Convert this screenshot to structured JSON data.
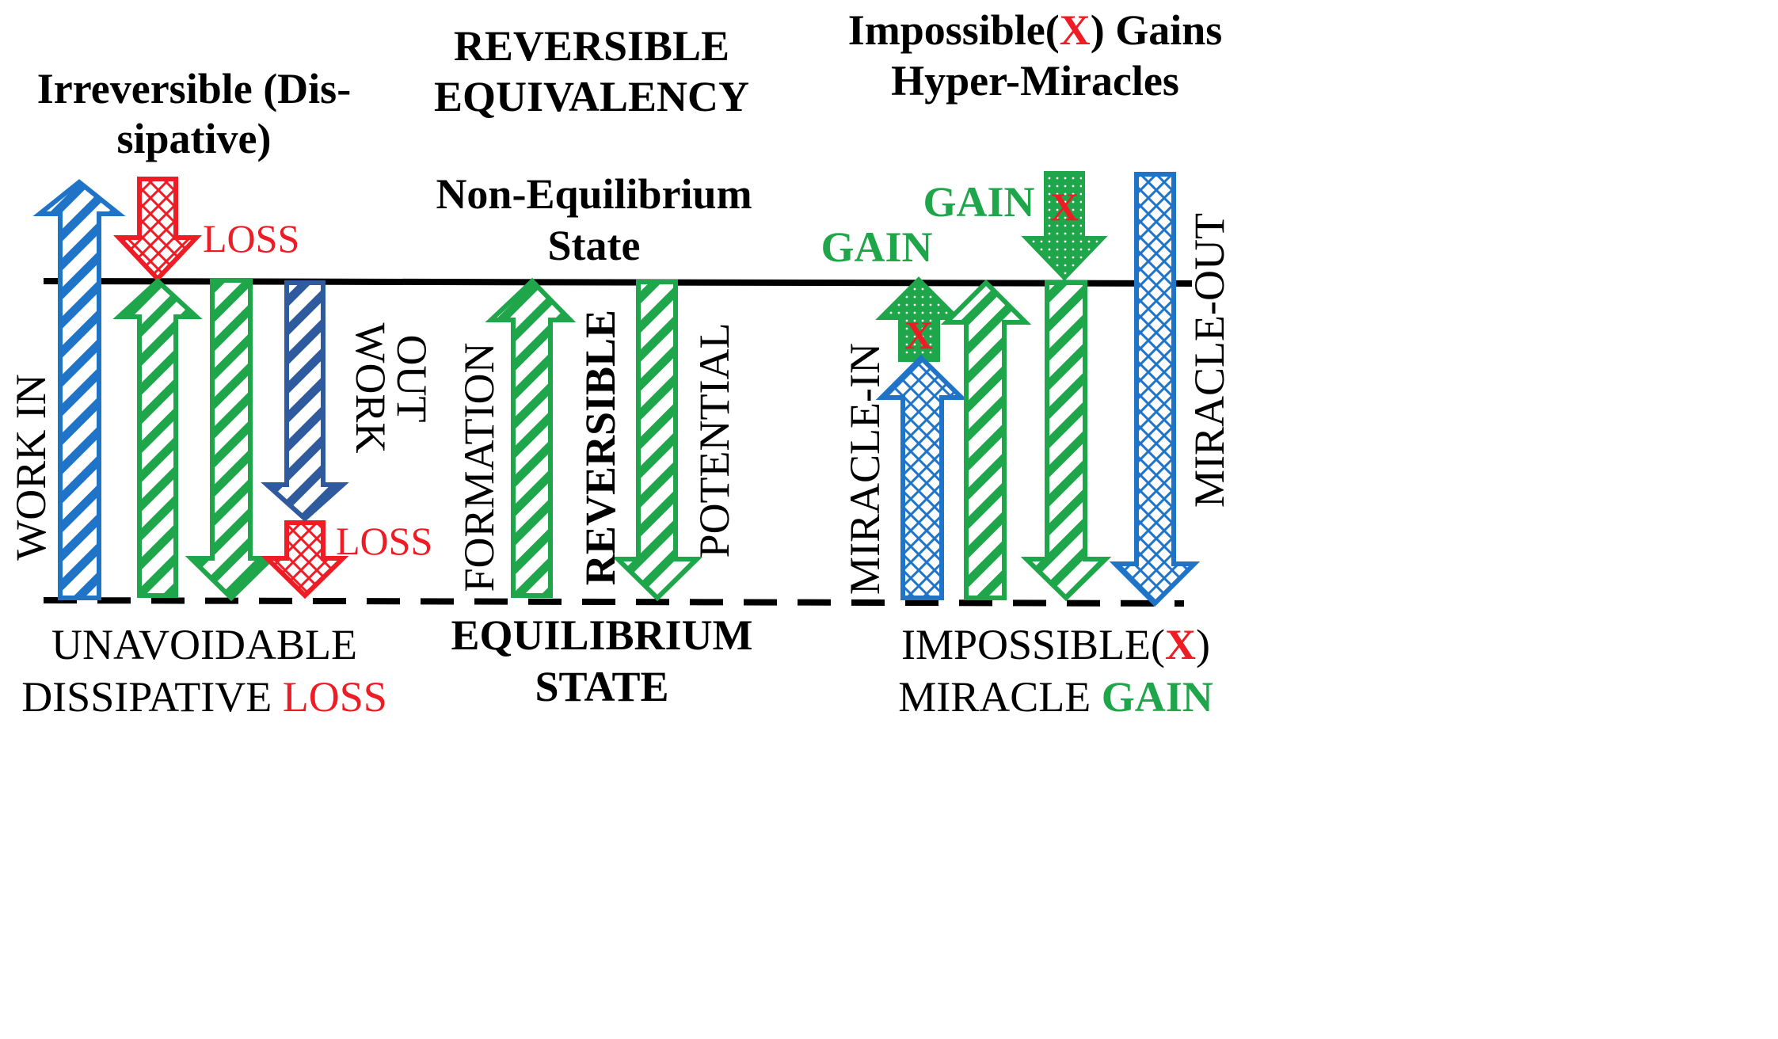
{
  "colors": {
    "blue": "#1f74c8",
    "dark_blue": "#2f5a9e",
    "green": "#1fa64a",
    "red": "#ee1c24",
    "black": "#000000"
  },
  "headings": {
    "irreversible_line1": "Irreversible (Dis-",
    "irreversible_line2": "sipative)",
    "reversible_line1": "REVERSIBLE",
    "reversible_line2": "EQUIVALENCY",
    "impossible_pre": "Impossible(",
    "impossible_x": "X",
    "impossible_post": ") Gains",
    "hyper": "Hyper-Miracles"
  },
  "states": {
    "nonequilibrium_line1": "Non-Equilibrium",
    "nonequilibrium_line2": "State",
    "equilibrium_line1": "EQUILIBRIUM",
    "equilibrium_line2": "STATE"
  },
  "arrow_labels": {
    "work_in": "WORK IN",
    "work_out_line1": "WORK",
    "work_out_line2": "OUT",
    "loss_top": "LOSS",
    "loss_bottom": "LOSS",
    "formation": "FORMATION",
    "reversible": "REVERSIBLE",
    "potential": "POTENTIAL",
    "gain_left": "GAIN",
    "gain_right": "GAIN",
    "miracle_in": "MIRACLE-IN",
    "miracle_out": "MIRACLE-OUT",
    "x_mark": "X",
    "x_mark_2": "X"
  },
  "footers": {
    "unavoidable_line1": "UNAVOIDABLE",
    "unavoidable_line2_pre": "DISSIPATIVE ",
    "unavoidable_line2_loss": "LOSS",
    "impossible_pre": "IMPOSSIBLE(",
    "impossible_x": "X",
    "impossible_post": ")",
    "miracle_pre": "MIRACLE ",
    "miracle_gain": "GAIN"
  }
}
